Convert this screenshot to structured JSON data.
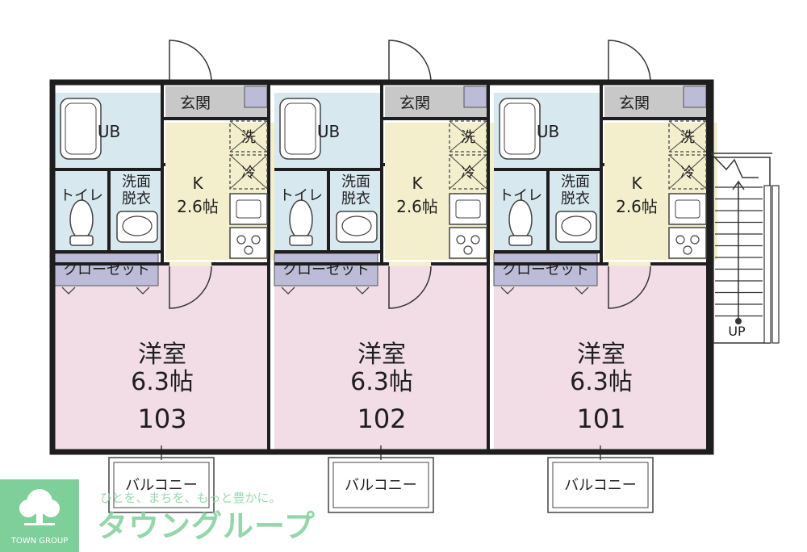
{
  "units": [
    {
      "number": "103",
      "room_label": "洋室",
      "room_size": "6.3帖",
      "kitchen_label": "K",
      "kitchen_size": "2.6帖",
      "entrance": "玄関",
      "bath": "UB",
      "toilet": "トイレ",
      "wash_line1": "洗面",
      "wash_line2": "脱衣",
      "closet": "クローゼット",
      "balcony": "バルコニー",
      "laundry": "洗",
      "fridge": "冷"
    },
    {
      "number": "102",
      "room_label": "洋室",
      "room_size": "6.3帖",
      "kitchen_label": "K",
      "kitchen_size": "2.6帖",
      "entrance": "玄関",
      "bath": "UB",
      "toilet": "トイレ",
      "wash_line1": "洗面",
      "wash_line2": "脱衣",
      "closet": "クローゼット",
      "balcony": "バルコニー",
      "laundry": "洗",
      "fridge": "冷"
    },
    {
      "number": "101",
      "room_label": "洋室",
      "room_size": "6.3帖",
      "kitchen_label": "K",
      "kitchen_size": "2.6帖",
      "entrance": "玄関",
      "bath": "UB",
      "toilet": "トイレ",
      "wash_line1": "洗面",
      "wash_line2": "脱衣",
      "closet": "クローゼット",
      "balcony": "バルコニー",
      "laundry": "洗",
      "fridge": "冷"
    }
  ],
  "stairs": {
    "label": "UP"
  },
  "watermark": {
    "tagline": "ひとを、まちを、もっと豊かに。",
    "brand": "タウングループ",
    "logo_text": "TOWN GROUP"
  },
  "colors": {
    "room": "#f2dde6",
    "kitchen": "#f3efcc",
    "wet": "#d8e8ef",
    "closet": "#bcbcd8",
    "entrance": "#c8c8c8",
    "wall": "#1e1e1e",
    "watermark": "#7fcf9a"
  }
}
